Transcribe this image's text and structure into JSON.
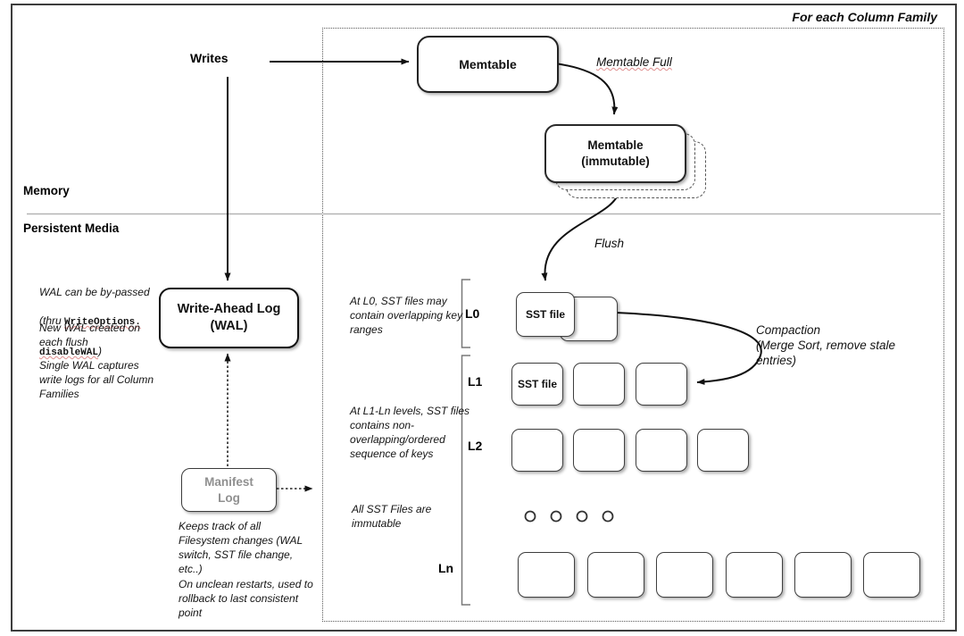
{
  "frame_title": "For each Column Family",
  "labels": {
    "writes": "Writes",
    "memory": "Memory",
    "persistent_media": "Persistent Media",
    "memtable_full": "Memtable Full",
    "flush": "Flush"
  },
  "boxes": {
    "memtable": "Memtable",
    "memtable_immutable_line1": "Memtable",
    "memtable_immutable_line2": "(immutable)",
    "wal_line1": "Write-Ahead Log",
    "wal_line2": "(WAL)",
    "manifest_line1": "Manifest",
    "manifest_line2": "Log",
    "sst_file": "SST file"
  },
  "levels": [
    {
      "label": "L0",
      "sst_boxes": 2,
      "first_box_text": "SST file"
    },
    {
      "label": "L1",
      "sst_boxes": 3,
      "first_box_text": "SST file"
    },
    {
      "label": "L2",
      "sst_boxes": 4,
      "first_box_text": ""
    },
    {
      "label": "Ln",
      "sst_boxes": 6,
      "first_box_text": ""
    }
  ],
  "annotations": {
    "wal_bypass_line1": "WAL can be by-passed",
    "wal_bypass_line2_prefix": "(thru ",
    "wal_bypass_code1": "WriteOptions.",
    "wal_bypass_code2": "disableWAL",
    "wal_bypass_suffix": ")",
    "new_wal": "New WAL created on\neach flush",
    "single_wal": "Single WAL captures\nwrite logs for all Column\nFamilies",
    "l0_note": "At L0, SST files may\ncontain overlapping key\nranges",
    "l1_ln_note": "At L1-Ln levels, SST files\ncontains non-\noverlapping/ordered\nsequence of keys",
    "immutable_note": "All SST Files are\nimmutable",
    "manifest_note1": "Keeps track of all\nFilesystem changes (WAL\nswitch, SST file change,\netc..)",
    "manifest_note2": "On unclean restarts, used to\nrollback to last consistent\npoint",
    "compaction_note": "Compaction\n(Merge Sort, remove stale\nentries)"
  },
  "colors": {
    "box_border": "#3f3f3f",
    "dashed_container": "#5a5a5a",
    "divider": "#b4b4b4",
    "bracket": "#787878",
    "manifest_text": "#909090",
    "squiggle": "#de8f8f",
    "arrow": "#111111"
  }
}
